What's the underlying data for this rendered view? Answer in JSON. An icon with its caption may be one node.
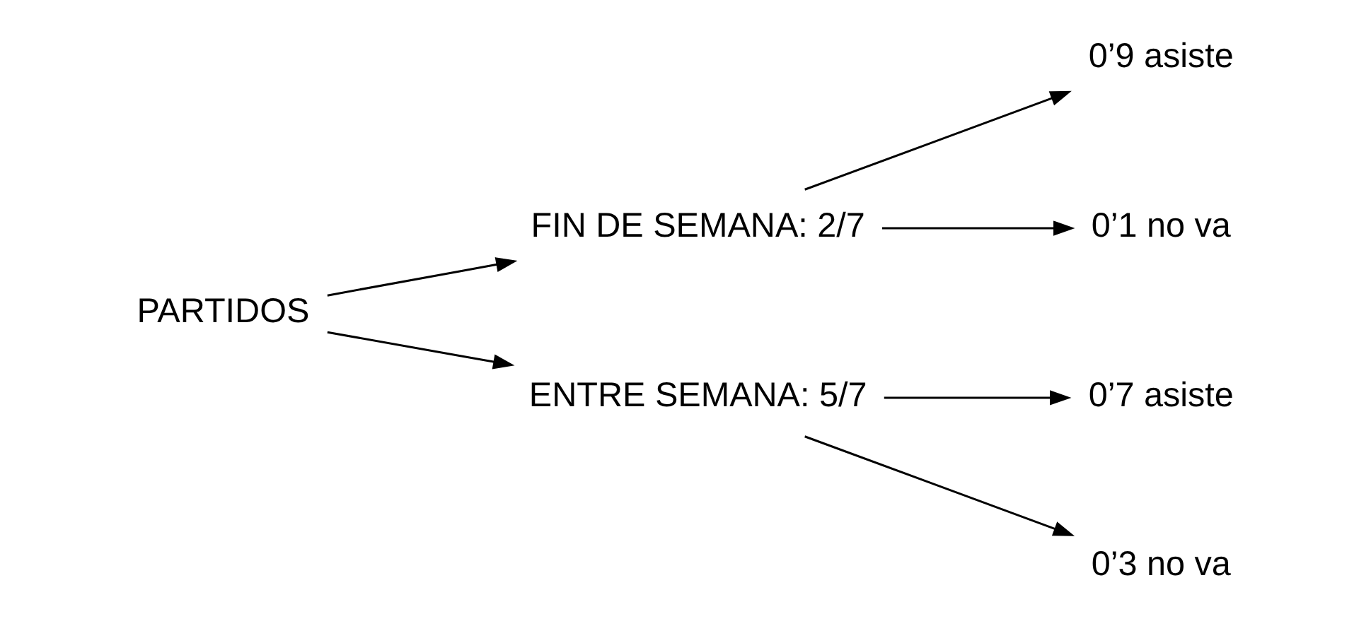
{
  "diagram": {
    "nodes": [
      {
        "text": [
          "PARTIDOS"
        ]
      },
      {
        "text": [
          "FIN DE SEMANA: 2/7"
        ]
      },
      {
        "text": [
          "ENTRE SEMANA: 5/7"
        ]
      },
      {
        "text": [
          "0’9 asiste"
        ]
      },
      {
        "text": [
          "0’1 no va"
        ]
      },
      {
        "text": [
          "0’7 asiste"
        ]
      },
      {
        "text": [
          "0’3 no va"
        ]
      }
    ],
    "edges": [
      {
        "from": 0,
        "to": 1,
        "arrow": "to"
      },
      {
        "from": 0,
        "to": 2,
        "arrow": "to"
      },
      {
        "from": 1,
        "to": 3,
        "arrow": "to"
      },
      {
        "from": 1,
        "to": 4,
        "arrow": "to"
      },
      {
        "from": 2,
        "to": 5,
        "arrow": "to"
      },
      {
        "from": 2,
        "to": 6,
        "arrow": "to"
      }
    ]
  }
}
